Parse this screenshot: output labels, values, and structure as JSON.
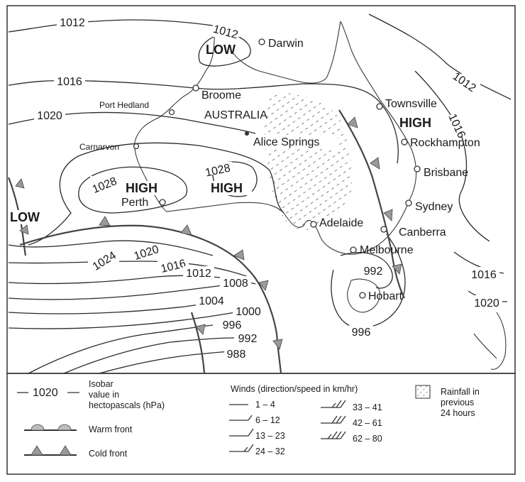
{
  "map": {
    "isobar_values": [
      "1012",
      "1012",
      "1016",
      "1020",
      "1028",
      "1028",
      "1024",
      "1020",
      "1016",
      "1012",
      "1008",
      "1004",
      "1000",
      "996",
      "992",
      "988",
      "1012",
      "1016",
      "992",
      "996",
      "1016",
      "1020"
    ],
    "pressure_systems": [
      "LOW",
      "HIGH",
      "HIGH",
      "LOW",
      "HIGH"
    ],
    "country_label": "AUSTRALIA",
    "cities": [
      "Darwin",
      "Broome",
      "Port Hedland",
      "Carnarvon",
      "Alice Springs",
      "Perth",
      "Townsville",
      "Rockhampton",
      "Brisbane",
      "Sydney",
      "Canberra",
      "Adelaide",
      "Melbourne",
      "Hobart"
    ]
  },
  "legend": {
    "isobar_sample": "1020",
    "isobar_text": [
      "Isobar",
      "value in",
      "hectopascals (hPa)"
    ],
    "warm_front": "Warm front",
    "cold_front": "Cold front",
    "winds_title": "Winds (direction/speed in km/hr)",
    "winds": [
      "1 – 4",
      "6 – 12",
      "13 – 23",
      "24 – 32",
      "33 – 41",
      "42 – 61",
      "62 – 80"
    ],
    "rainfall_text": [
      "Rainfall in",
      "previous",
      "24 hours"
    ]
  }
}
